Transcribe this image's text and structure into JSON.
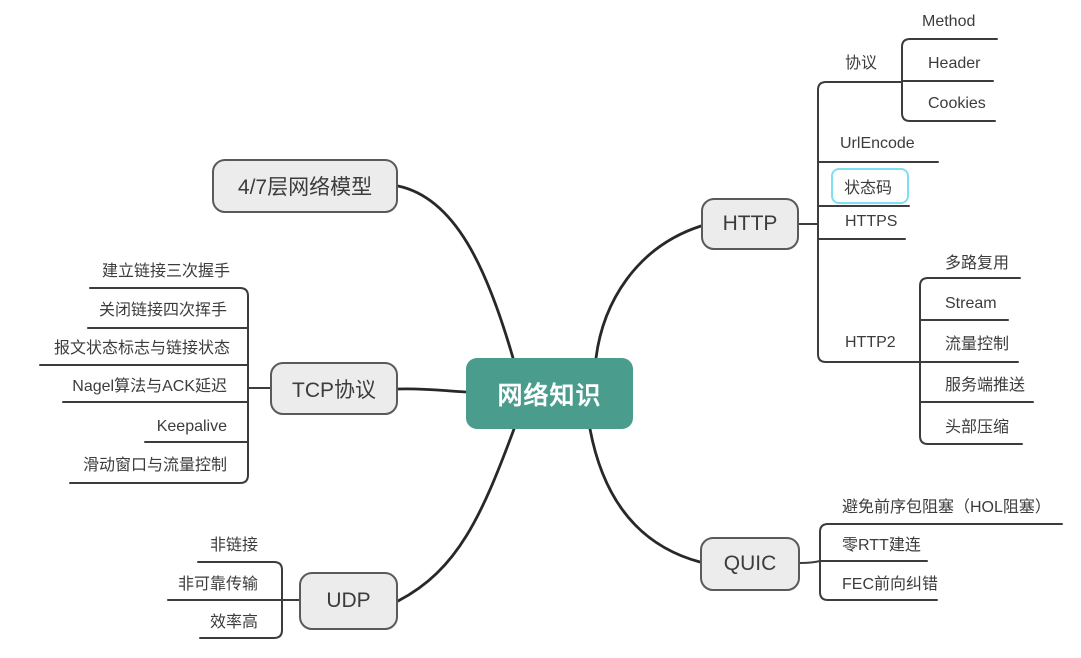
{
  "colors": {
    "root-fill": "#4a9c8d",
    "root-text": "#ffffff",
    "topic-fill": "#ececec",
    "topic-border": "#5a5a5a",
    "selected-border": "#7fdef2",
    "line": "#3c3c3c",
    "line-main": "#282828",
    "text": "#3c3c3c"
  },
  "mindmap": {
    "root": {
      "label": "网络知识"
    },
    "left": {
      "model": {
        "label": "4/7层网络模型"
      },
      "tcp": {
        "label": "TCP协议",
        "children": [
          "建立链接三次握手",
          "关闭链接四次挥手",
          "报文状态标志与链接状态",
          "Nagel算法与ACK延迟",
          "Keepalive",
          "滑动窗口与流量控制"
        ]
      },
      "udp": {
        "label": "UDP",
        "children": [
          "非链接",
          "非可靠传输",
          "效率高"
        ]
      }
    },
    "right": {
      "http": {
        "label": "HTTP",
        "children": {
          "xieyi": {
            "label": "协议",
            "children": [
              "Method",
              "Header",
              "Cookies"
            ]
          },
          "urlencode": {
            "label": "UrlEncode"
          },
          "statuscode": {
            "label": "状态码",
            "selected": true
          },
          "https": {
            "label": "HTTPS"
          },
          "http2": {
            "label": "HTTP2",
            "children": [
              "多路复用",
              "Stream",
              "流量控制",
              "服务端推送",
              "头部压缩"
            ]
          }
        }
      },
      "quic": {
        "label": "QUIC",
        "children": [
          "避免前序包阻塞（HOL阻塞）",
          "零RTT建连",
          "FEC前向纠错"
        ]
      }
    }
  }
}
